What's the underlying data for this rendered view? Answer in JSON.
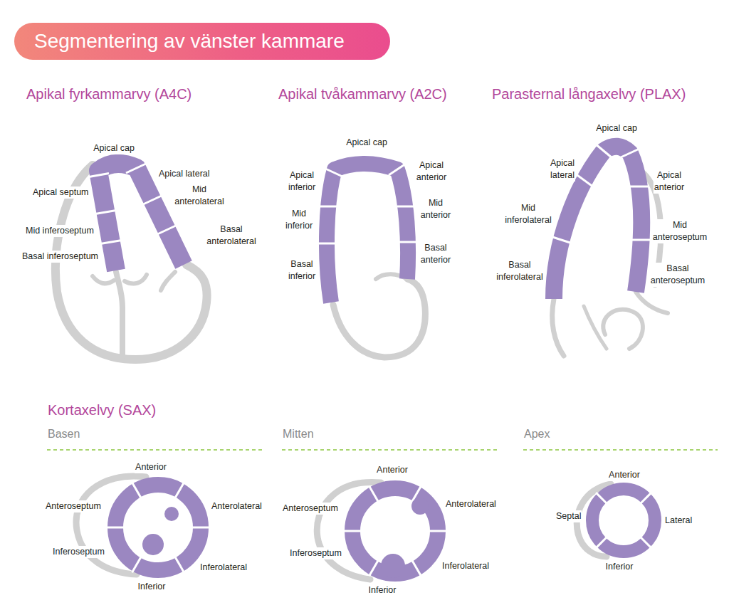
{
  "diagram": {
    "title": "Segmentering av vänster kammare",
    "labels": [
      "Apikal fyrkammarvy (A4C)",
      "Apikal tvåkammarvy (A2C)",
      "Parasternal långaxelvy (PLAX)",
      "Apical cap",
      "Apical lateral",
      "Apical septum",
      "Mid anterolateral",
      "Mid inferoseptum",
      "Basal anterolateral",
      "Basal inferoseptum",
      "Apical cap",
      "Apical anterior",
      "Apical inferior",
      "Mid anterior",
      "Mid inferior",
      "Basal anterior",
      "Basal inferior",
      "Apical cap",
      "Apical lateral",
      "Apical anterior",
      "Mid inferolateral",
      "Mid anteroseptum",
      "Basal inferolateral",
      "Basal anteroseptum",
      "Kortaxelvy (SAX)",
      "Basen",
      "Mitten",
      "Apex",
      "Anterior",
      "Anteroseptum",
      "Anterolateral",
      "Inferoseptum",
      "Inferolateral",
      "Inferior",
      "Anterior",
      "Anteroseptum",
      "Anterolateral",
      "Inferoseptum",
      "Inferolateral",
      "Inferior",
      "Anterior",
      "Septal",
      "Lateral",
      "Inferior"
    ]
  }
}
